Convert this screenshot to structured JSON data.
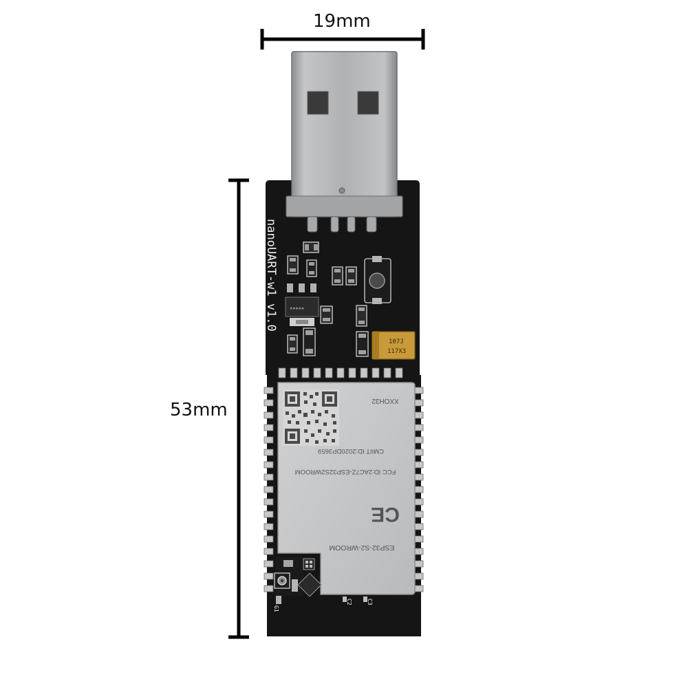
{
  "dimensions": {
    "width_label": "19mm",
    "height_label": "53mm"
  },
  "board": {
    "silkscreen": "nanoUART-w1 v1.0",
    "capacitor_line1": "107J",
    "capacitor_line2": "117X3",
    "antenna_ref": "G1",
    "cap_ref_c2": "C2",
    "cap_ref_c3": "C3"
  },
  "module": {
    "top_code": "XXOH32",
    "cmiit": "CMIIT ID:2020DP3659",
    "fcc": "FCC ID:2AC7Z-ESP32S2WROOM",
    "ce_mark": "CE",
    "model": "ESP32-S2-WROOM"
  },
  "colors": {
    "pcb": "#151515",
    "shield": "#c9cbcd",
    "usb_metal": "#b3b4b6",
    "capacitor": "#c89a3a"
  }
}
